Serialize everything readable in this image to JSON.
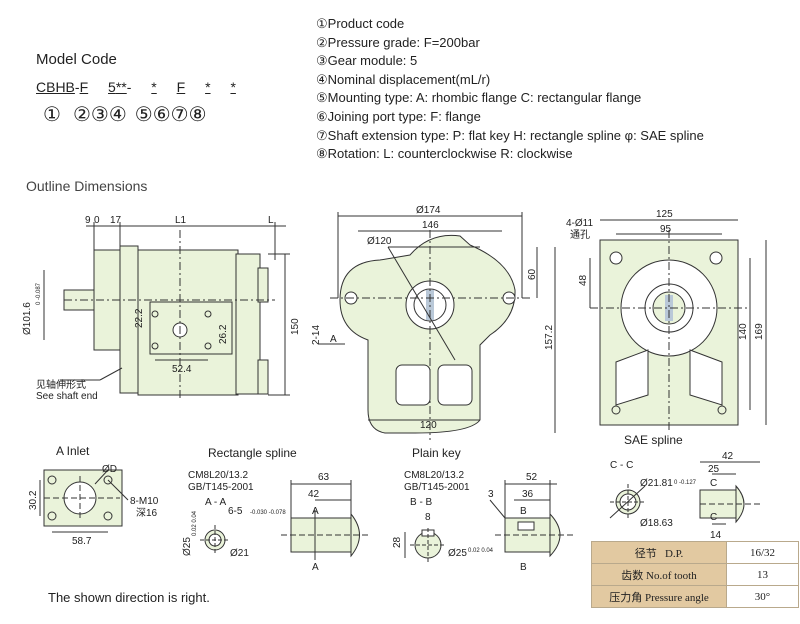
{
  "model": {
    "title": "Model Code",
    "parts": [
      "CBHB",
      "F",
      "5",
      "**",
      "*",
      "F",
      "*",
      "*"
    ],
    "separators": [
      "-",
      "-"
    ],
    "nums": [
      "①",
      "②",
      "③",
      "④",
      "⑤",
      "⑥",
      "⑦",
      "⑧"
    ]
  },
  "legend": [
    "①Product code",
    "②Pressure grade: F=200bar",
    "③Gear module: 5",
    "④Nominal displacement(mL/r)",
    "⑤Mounting type: A: rhombic flange   C: rectangular flange",
    "⑥Joining port type: F: flange",
    "⑦Shaft extension type: P: flat key   H: rectangle spline  φ: SAE  spline",
    "⑧Rotation: L: counterclockwise   R: clockwise"
  ],
  "outline": {
    "title": "Outline Dimensions",
    "side": {
      "top_dims": [
        "9",
        "0",
        "17",
        "L1",
        "L"
      ],
      "d1": "Ø101.6",
      "d1_tol": "0 -0.087",
      "d_22_2": "22.2",
      "d_26_2": "26.2",
      "d_52_4": "52.4",
      "d_150": "150",
      "shaft_cn": "见轴伸形式",
      "shaft_en": "See shaft end"
    },
    "front": {
      "d_174": "Ø174",
      "d_146": "146",
      "d_120c": "Ø120",
      "d_60": "60",
      "d_157": "157.2",
      "d_2_14": "2-14",
      "arrow_a": "A",
      "d_120": "120"
    },
    "rear": {
      "holes": "4-Ø11",
      "holes_cn": "通孔",
      "d_125": "125",
      "d_95": "95",
      "d_48": "48",
      "d_140": "140",
      "d_169": "169"
    }
  },
  "inlet": {
    "title": "A  Inlet",
    "d_d": "ØD",
    "d_302": "30.2",
    "d_587": "58.7",
    "bolt": "8-M10",
    "depth": "深16"
  },
  "rect_spline": {
    "title": "Rectangle spline",
    "std1": "CM8L20/13.2",
    "std2": "GB/T145-2001",
    "section": "A - A",
    "spline": "6-5",
    "spline_tol": "-0.030 -0.078",
    "d_25": "Ø25",
    "d_25_tol": "0.02 0.04",
    "d_21": "Ø21",
    "d_63": "63",
    "d_42": "42",
    "arrow": "A"
  },
  "plain_key": {
    "title": "Plain key",
    "std1": "CM8L20/13.2",
    "std2": "GB/T145-2001",
    "section": "B - B",
    "d_28": "28",
    "d_8": "8",
    "d_25": "Ø25",
    "d_25_tol": "0.02 0.04",
    "d_3": "3",
    "d_52": "52",
    "d_36": "36",
    "arrow": "B"
  },
  "sae": {
    "title": "SAE spline",
    "section": "C - C",
    "d_2181": "Ø21.81",
    "d_2181_tol": "0 -0.127",
    "d_1863": "Ø18.63",
    "d_42": "42",
    "d_25": "25",
    "d_14": "14",
    "arrow": "C",
    "table": [
      {
        "cn": "径节",
        "en": "D.P.",
        "val": "16/32"
      },
      {
        "cn": "齿数",
        "en": "No.of tooth",
        "val": "13"
      },
      {
        "cn": "压力角",
        "en": "Pressure angle",
        "val": "30°"
      }
    ]
  },
  "note": "The shown direction is right.",
  "colors": {
    "fill": "#eaf3da",
    "line": "#333333",
    "table_head": "#e2c9a1"
  }
}
